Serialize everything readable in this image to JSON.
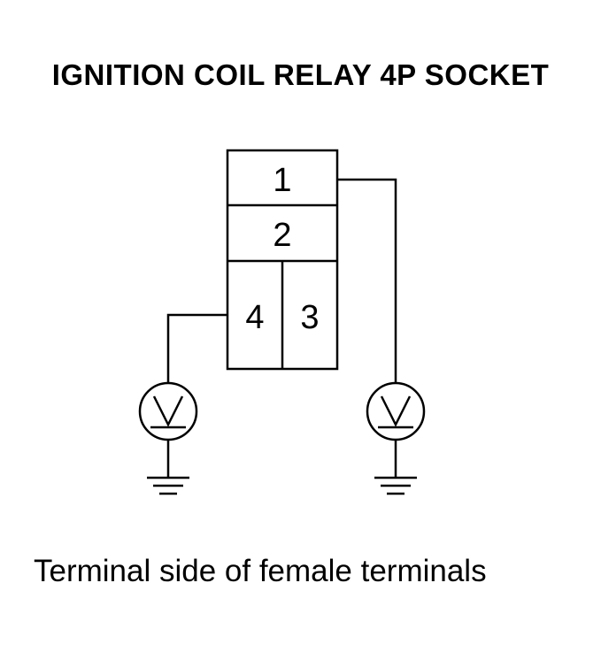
{
  "title": "IGNITION COIL RELAY 4P SOCKET",
  "caption": "Terminal side of female terminals",
  "connector": {
    "terminals": [
      {
        "id": "1",
        "label": "1"
      },
      {
        "id": "2",
        "label": "2"
      },
      {
        "id": "4",
        "label": "4"
      },
      {
        "id": "3",
        "label": "3"
      }
    ]
  },
  "probes": [
    {
      "connected_to": "4",
      "symbol": "voltmeter",
      "ground": true
    },
    {
      "connected_to": "1",
      "symbol": "voltmeter",
      "ground": true
    }
  ],
  "colors": {
    "line": "#000000",
    "background": "#ffffff"
  }
}
